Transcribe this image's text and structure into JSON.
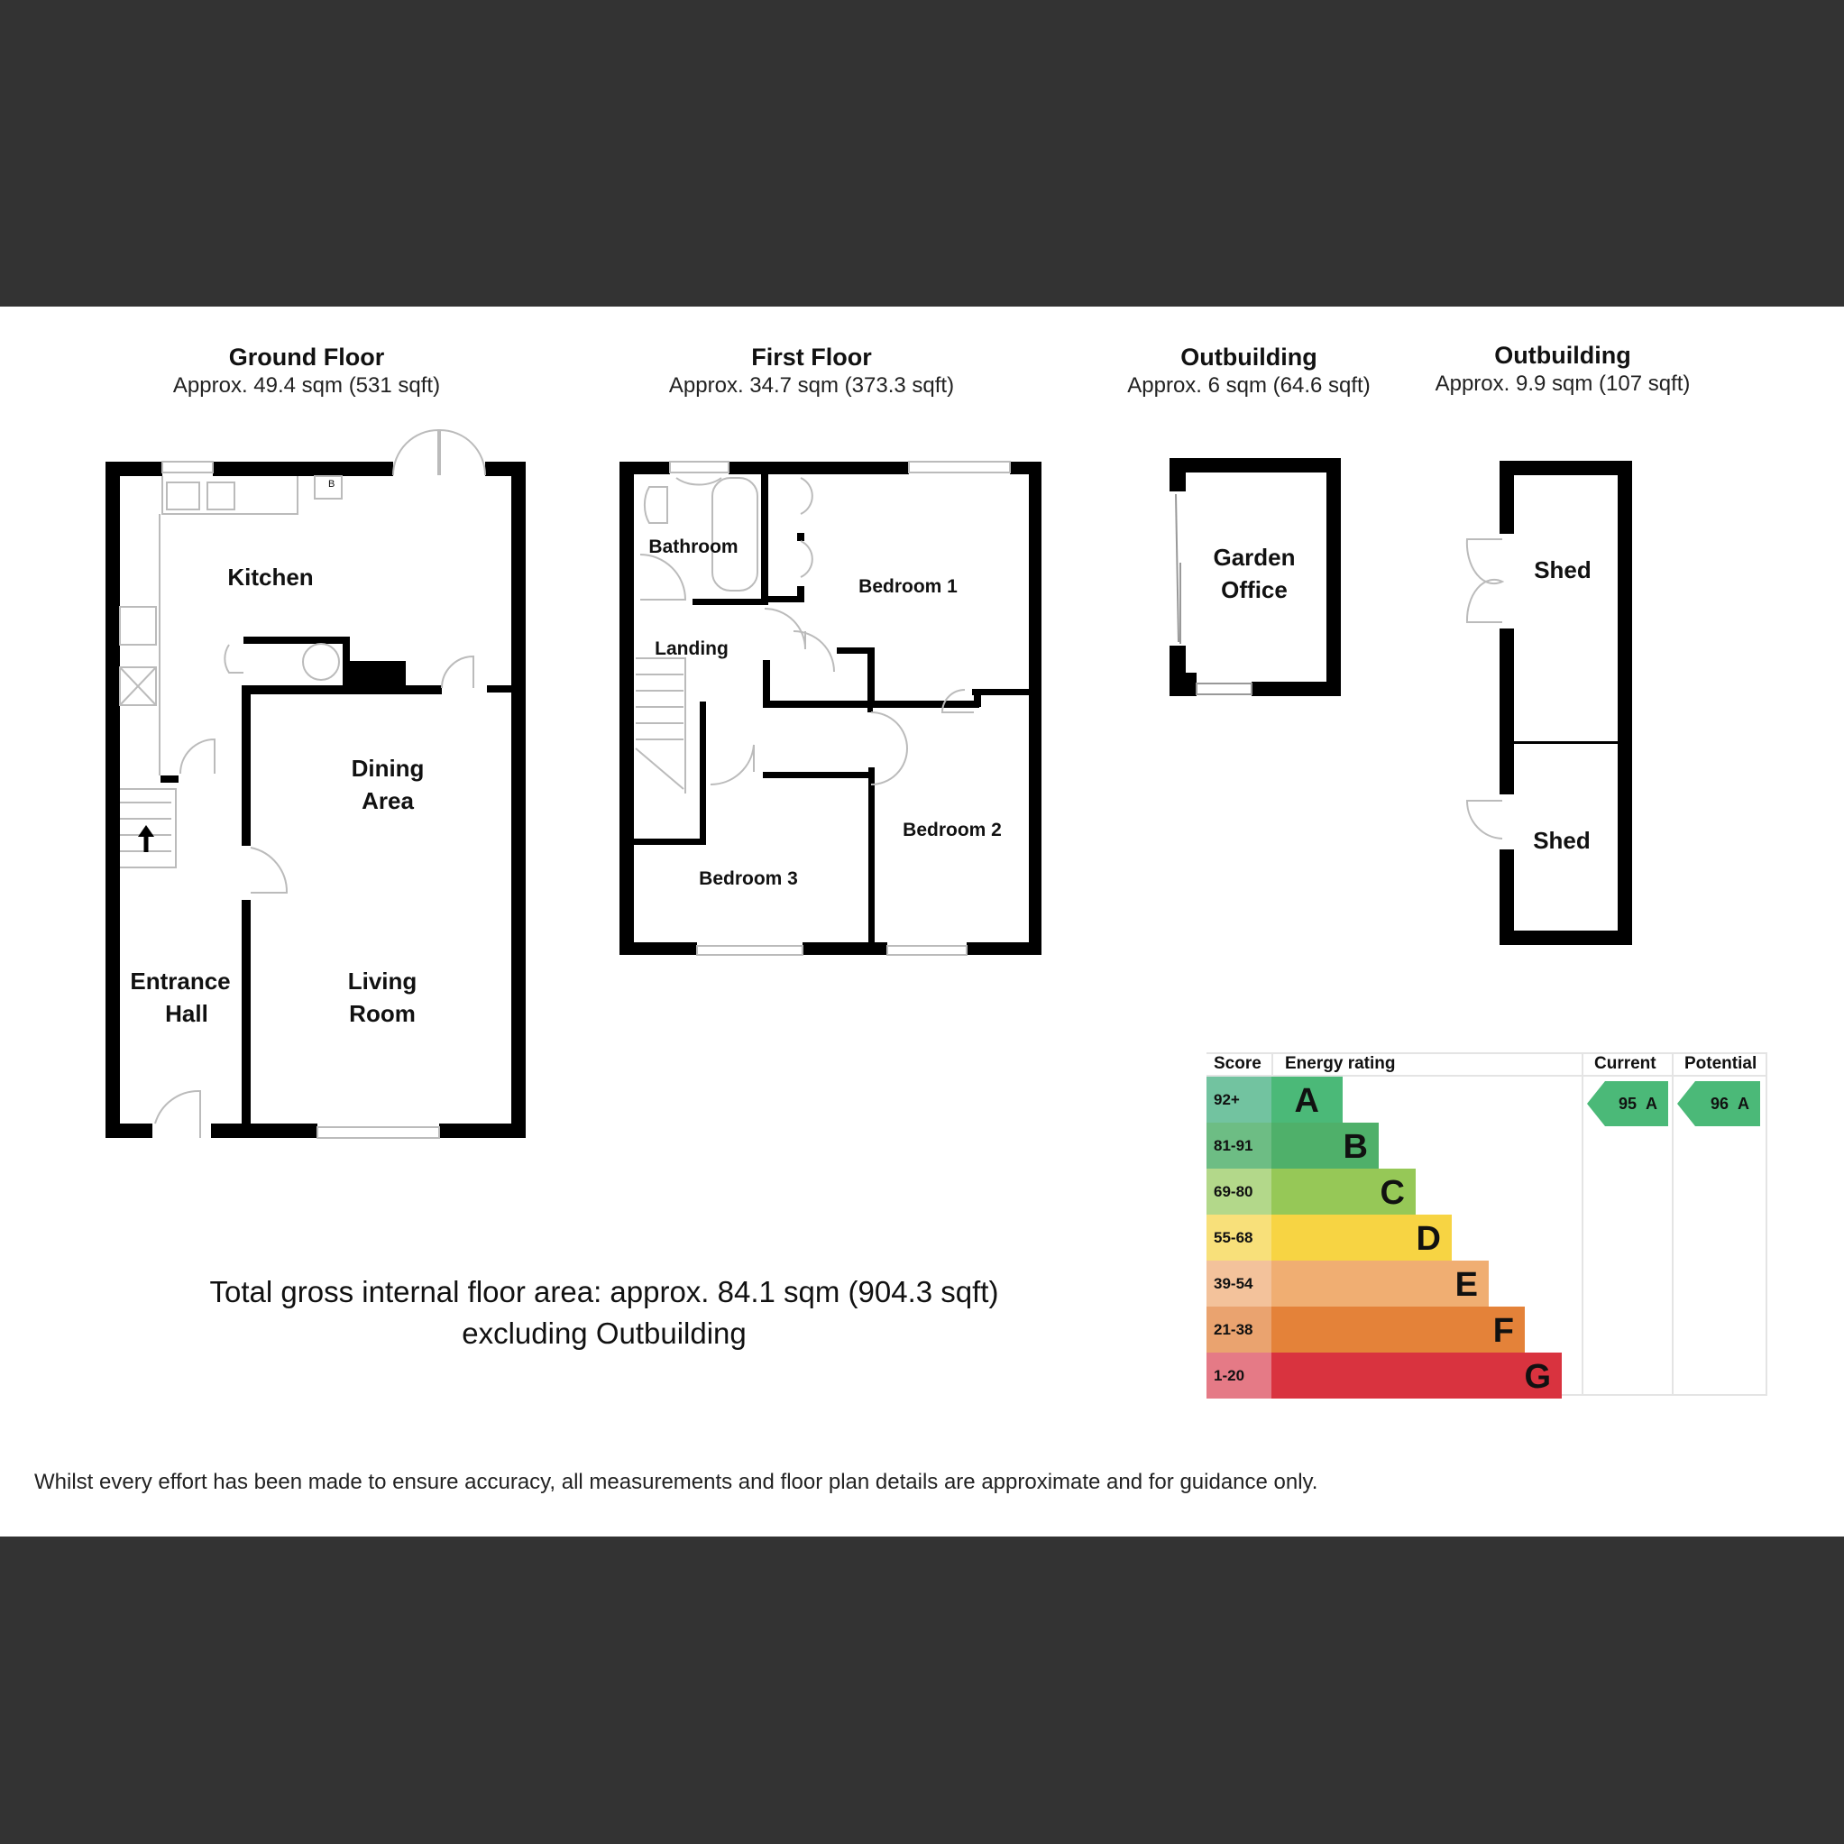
{
  "floors": [
    {
      "title": "Ground Floor",
      "area": "Approx. 49.4 sqm (531 sqft)"
    },
    {
      "title": "First Floor",
      "area": "Approx. 34.7 sqm (373.3 sqft)"
    },
    {
      "title": "Outbuilding",
      "area": "Approx. 6 sqm (64.6 sqft)"
    },
    {
      "title": "Outbuilding",
      "area": "Approx. 9.9 sqm (107 sqft)"
    }
  ],
  "rooms": {
    "kitchen": "Kitchen",
    "boiler": "B",
    "dining_1": "Dining",
    "dining_2": "Area",
    "entrance_1": "Entrance",
    "entrance_2": "Hall",
    "living_1": "Living",
    "living_2": "Room",
    "bathroom": "Bathroom",
    "landing": "Landing",
    "bedroom1": "Bedroom 1",
    "bedroom2": "Bedroom 2",
    "bedroom3": "Bedroom 3",
    "garden_1": "Garden",
    "garden_2": "Office",
    "shed_a": "Shed",
    "shed_b": "Shed"
  },
  "total": {
    "line1": "Total gross internal floor area: approx. 84.1 sqm (904.3 sqft)",
    "line2": "excluding Outbuilding"
  },
  "disclaimer": "Whilst every effort has been made to ensure accuracy, all measurements and floor plan details are approximate and for guidance only.",
  "epc": {
    "headers": {
      "score": "Score",
      "rating": "Energy rating",
      "current": "Current",
      "potential": "Potential"
    },
    "bands": [
      {
        "score": "92+",
        "letter": "A",
        "color": "#4bb978",
        "score_bg": "#72c3a0"
      },
      {
        "score": "81-91",
        "letter": "B",
        "color": "#4fb06a",
        "score_bg": "#6dbd84"
      },
      {
        "score": "69-80",
        "letter": "C",
        "color": "#96c857",
        "score_bg": "#b3d88a"
      },
      {
        "score": "55-68",
        "letter": "D",
        "color": "#f7d443",
        "score_bg": "#f8e07a"
      },
      {
        "score": "39-54",
        "letter": "E",
        "color": "#f0ae72",
        "score_bg": "#f3c29b"
      },
      {
        "score": "21-38",
        "letter": "F",
        "color": "#e48239",
        "score_bg": "#eaa36f"
      },
      {
        "score": "1-20",
        "letter": "G",
        "color": "#d9333f",
        "score_bg": "#e57a86"
      }
    ],
    "current": {
      "value": "95",
      "letter": "A",
      "color": "#4bb978"
    },
    "potential": {
      "value": "96",
      "letter": "A",
      "color": "#4bb978"
    }
  }
}
